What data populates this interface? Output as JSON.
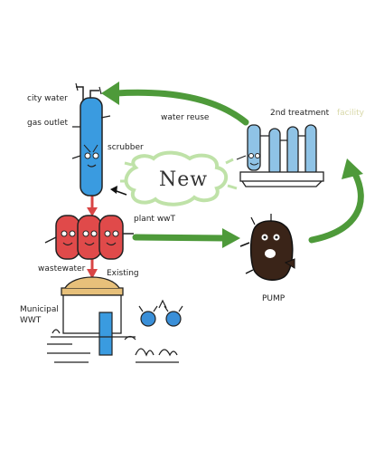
{
  "labels": {
    "city_water": "city water",
    "gas_outlet": "gas outlet",
    "scrubber": "scrubber",
    "water_reuse": "water reuse",
    "second_treatment": "2nd treatment",
    "second_treatment_faint": "facility",
    "new": "New",
    "plant_wwt": "plant wwT",
    "wastewater": "wastewater",
    "existing": "Existing",
    "municipal_wwt_line1": "Municipal",
    "municipal_wwt_line2": "WWT",
    "pump": "PUMP"
  },
  "colors": {
    "green_arrow": "#4e9a3a",
    "red_arrow": "#d94545",
    "scrubber_blue": "#3a9be0",
    "tank_red": "#e04a4a",
    "facility_blue": "#8fc3e6",
    "pump_brown": "#3a2418",
    "bacteria_blue": "#3a8fd8",
    "building_tan": "#e7c07a",
    "cloud_green": "#bfe2a8"
  }
}
